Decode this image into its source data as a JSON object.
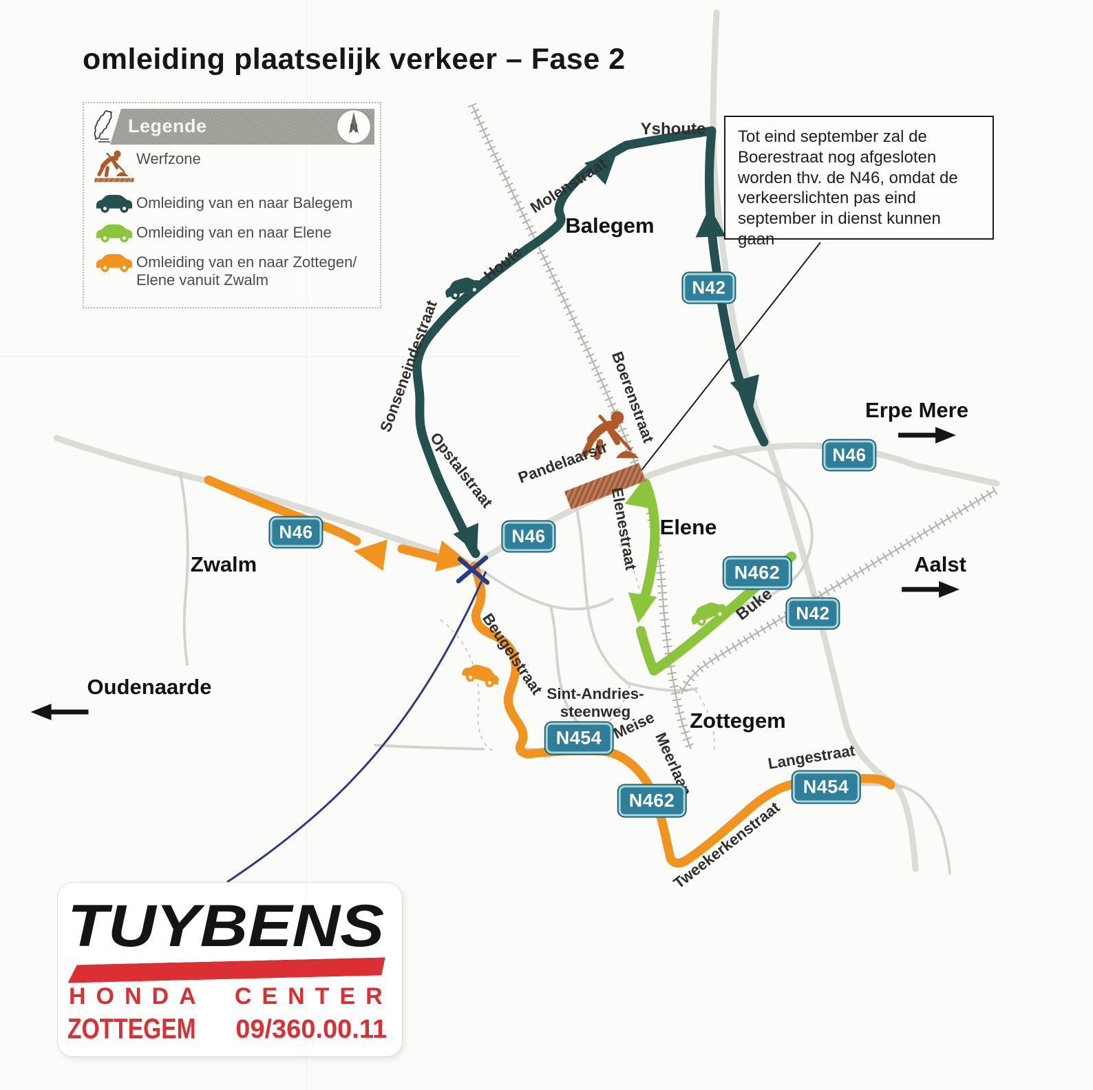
{
  "page": {
    "title": "omleiding plaatselijk verkeer – Fase 2"
  },
  "legend": {
    "header": "Legende",
    "compass_label": "N",
    "items": [
      {
        "id": "werfzone",
        "label": "Werfzone"
      },
      {
        "id": "balegem",
        "label": "Omleiding van en naar Balegem"
      },
      {
        "id": "elene",
        "label": "Omleiding van en naar Elene"
      },
      {
        "id": "zottegem-zwalm",
        "label": "Omleiding van en naar Zottegen/ Elene vanuit Zwalm"
      }
    ]
  },
  "callout": {
    "text": "Tot eind september zal de Boerestraat nog afgesloten worden thv. de N46, omdat de verkeerslichten pas eind september in dienst kunnen gaan"
  },
  "towns": {
    "balegem": "Balegem",
    "elene": "Elene",
    "zwalm": "Zwalm",
    "zottegem": "Zottegem"
  },
  "directions": {
    "erpe_mere": "Erpe Mere",
    "aalst": "Aalst",
    "oudenaarde": "Oudenaarde"
  },
  "streets": {
    "yshoute": "Yshoute",
    "molenstraat": "Molenstraat",
    "houte": "Houte",
    "sonseneindestraat": "Sonseneindestraat",
    "opstalstraat": "Opstalstraat",
    "boerenstraat": "Boerenstraat",
    "pandelaarstraat": "Pandelaarstr",
    "elenestraat": "Elenestraat",
    "buke": "Buke",
    "beugelstraat": "Beugelstraat",
    "sint_andries_line1": "Sint-Andries-",
    "sint_andries_line2": "steenweg",
    "meise": "Meise",
    "meerlaan": "Meerlaan",
    "langestraat": "Langestraat",
    "tweekerkenstraat": "Tweekerkenstraat"
  },
  "badges": {
    "n42_top": "N42",
    "n46_east": "N46",
    "n46_west": "N46",
    "n46_mid": "N46",
    "n462_buke": "N462",
    "n42_south": "N42",
    "n454_west": "N454",
    "n462_south": "N462",
    "n454_east": "N454"
  },
  "logo": {
    "brand": "TUYBENS",
    "line": "HONDA CENTER",
    "city": "ZOTTEGEM",
    "phone": "09/360.00.11"
  },
  "colors": {
    "route_balegem": "#24504f",
    "route_elene": "#8ac53c",
    "route_zwalm": "#f0941f",
    "werfzone": "#bd7a57",
    "badge_blue": "#2f7f9b",
    "logo_red": "#da2f33"
  }
}
